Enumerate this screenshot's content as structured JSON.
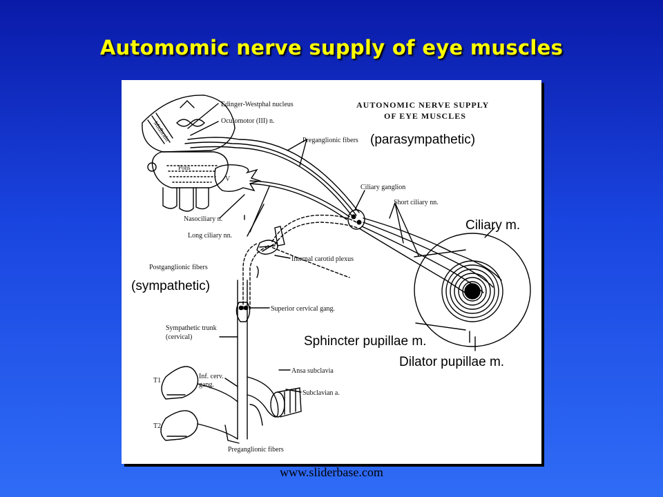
{
  "slide": {
    "title": "Automomic nerve supply of eye muscles",
    "footer_url": "www.sliderbase.com"
  },
  "figure": {
    "heading_line1": "AUTONOMIC NERVE SUPPLY",
    "heading_line2": "OF EYE MUSCLES",
    "parasympathetic": "(parasympathetic)",
    "sympathetic": "(sympathetic)",
    "labels": {
      "edinger_westphal": "Edinger-Westphal nucleus",
      "oculomotor": "Oculomotor (III) n.",
      "preganglionic_top": "Preganglionic fibers",
      "ciliary_ganglion": "Ciliary ganglion",
      "short_ciliary": "Short ciliary nn.",
      "ciliary_m": "Ciliary m.",
      "nasociliary": "Nasociliary n.",
      "long_ciliary": "Long ciliary nn.",
      "internal_carotid": "Internal carotid plexus",
      "postganglionic": "Postganglionic fibers",
      "superior_cervical": "Superior cervical gang.",
      "sympathetic_trunk_1": "Sympathetic trunk",
      "sympathetic_trunk_2": "(cervical)",
      "inf_cerv_1": "Inf. cerv.",
      "inf_cerv_2": "gang.",
      "ansa_subclavia": "Ansa subclavia",
      "subclavian_a": "Subclavian a.",
      "preganglionic_bottom": "Preganglionic fibers",
      "t1": "T1",
      "t2": "T2",
      "sphincter": "Sphincter pupillae m.",
      "dilator": "Dilator pupillae m.",
      "midbrain": "Midbrain",
      "pons": "Pons",
      "trigeminal": "V"
    }
  }
}
